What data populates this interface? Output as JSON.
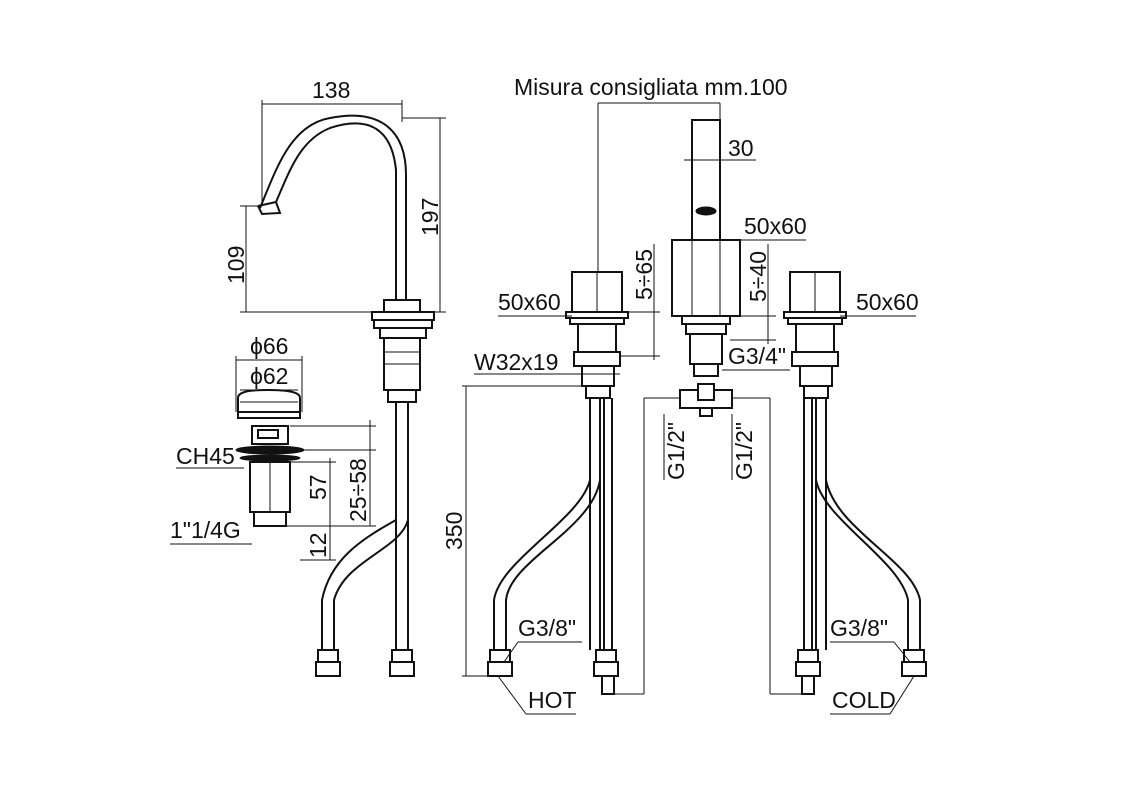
{
  "labels": {
    "recommended": "Misura consigliata mm.100",
    "spout_width": "138",
    "spout_height": "197",
    "spout_outlet_height": "109",
    "waste_outer_dia": "ϕ66",
    "waste_inner_dia": "ϕ62",
    "waste_nut": "CH45",
    "waste_thread": "1\"1/4G",
    "waste_body": "57",
    "waste_range": "25÷58",
    "waste_tail": "12",
    "hose_length": "350",
    "handle_size_left": "50x60",
    "handle_size_center": "50x60",
    "handle_size_right": "50x60",
    "deck_left": "5÷65",
    "deck_center": "5÷40",
    "spout_depth": "30",
    "shank_nut": "W32x19",
    "spout_thread": "G3/4\"",
    "g12_left": "G1/2\"",
    "g12_right": "G1/2\"",
    "hose_thread_left": "G3/8\"",
    "hose_thread_right": "G3/8\"",
    "hot": "HOT",
    "cold": "COLD"
  }
}
